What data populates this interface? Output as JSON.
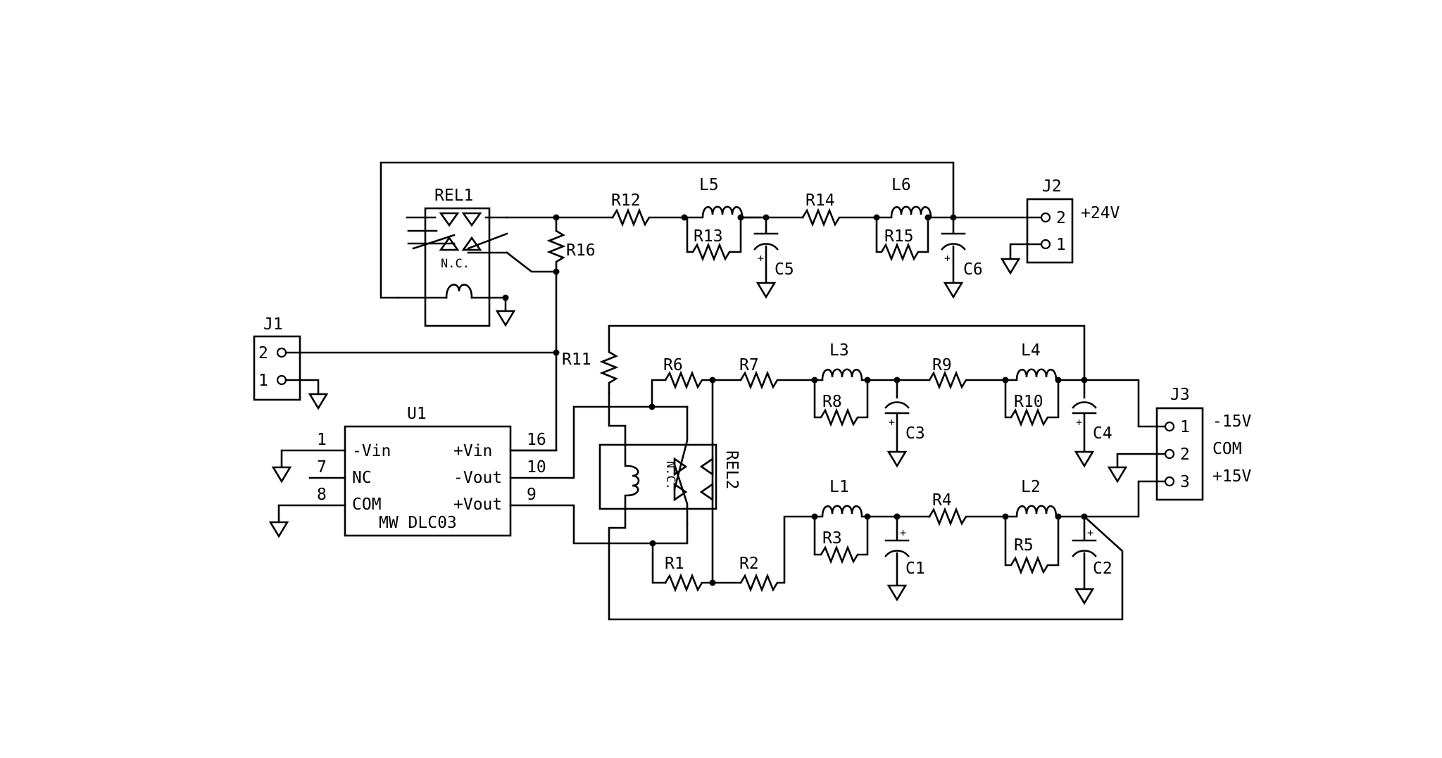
{
  "labels": {
    "rel1": "REL1",
    "rel2": "REL2",
    "rel1_nc": "N.C.",
    "rel2_nc": "N.C.",
    "u1": "U1",
    "u1_part": "MW DLC03",
    "u1_pin_neg_vin": "-Vin",
    "u1_pin_nc": "NC",
    "u1_pin_com": "COM",
    "u1_pin_pos_vin": "+Vin",
    "u1_pin_neg_vout": "-Vout",
    "u1_pin_pos_vout": "+Vout",
    "u1_num_1": "1",
    "u1_num_7": "7",
    "u1_num_8": "8",
    "u1_num_16": "16",
    "u1_num_10": "10",
    "u1_num_9": "9",
    "j1": "J1",
    "j1_pin2": "2",
    "j1_pin1": "1",
    "j2": "J2",
    "j2_pin2": "2",
    "j2_pin1": "1",
    "j2_net": "+24V",
    "j3": "J3",
    "j3_pin1": "1",
    "j3_pin2": "2",
    "j3_pin3": "3",
    "j3_net1": "-15V",
    "j3_net2": "COM",
    "j3_net3": "+15V",
    "r1": "R1",
    "r2": "R2",
    "r3": "R3",
    "r4": "R4",
    "r5": "R5",
    "r6": "R6",
    "r7": "R7",
    "r8": "R8",
    "r9": "R9",
    "r10": "R10",
    "r11": "R11",
    "r12": "R12",
    "r13": "R13",
    "r14": "R14",
    "r15": "R15",
    "r16": "R16",
    "l1": "L1",
    "l2": "L2",
    "l3": "L3",
    "l4": "L4",
    "l5": "L5",
    "l6": "L6",
    "c1": "C1",
    "c2": "C2",
    "c3": "C3",
    "c4": "C4",
    "c5": "C5",
    "c6": "C6",
    "plus": "+"
  }
}
